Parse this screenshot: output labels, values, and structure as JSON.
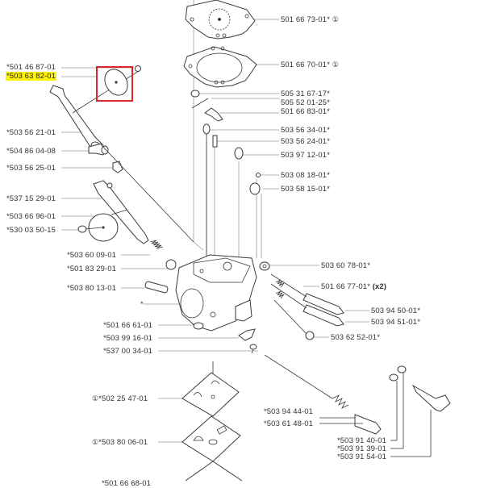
{
  "diagram": {
    "title": "Carburetor exploded parts diagram",
    "highlight_color": "#fff200",
    "highlight_box_color": "#e0252b",
    "highlighted_part": "*503 63 82-01",
    "left_labels": [
      {
        "id": "l1",
        "text": "*501 46 87-01"
      },
      {
        "id": "l2",
        "text": "*503 63 82-01",
        "highlighted": true
      },
      {
        "id": "l3",
        "text": "*503 56 21-01"
      },
      {
        "id": "l4",
        "text": "*504 86 04-08"
      },
      {
        "id": "l5",
        "text": "*503 56 25-01"
      },
      {
        "id": "l6",
        "text": "*537 15 29-01"
      },
      {
        "id": "l7",
        "text": "*503 66 96-01"
      },
      {
        "id": "l8",
        "text": "*530 03 50-15"
      },
      {
        "id": "l9",
        "text": "*503 60 09-01"
      },
      {
        "id": "l10",
        "text": "*501 83 29-01"
      },
      {
        "id": "l11",
        "text": "*503 80 13-01"
      },
      {
        "id": "l12",
        "text": "*"
      },
      {
        "id": "l13",
        "text": "*501 66 61-01"
      },
      {
        "id": "l14",
        "text": "*503 99 16-01"
      },
      {
        "id": "l15",
        "text": "*537 00 34-01"
      },
      {
        "id": "l16",
        "text": "*502 25 47-01",
        "kit_mark": "①"
      },
      {
        "id": "l17",
        "text": "*503 80 06-01",
        "kit_mark": "①"
      },
      {
        "id": "l18",
        "text": "*501 66 68-01"
      }
    ],
    "right_labels": [
      {
        "id": "r1",
        "text": "501 66 73-01*",
        "kit_mark": "①"
      },
      {
        "id": "r2",
        "text": "501 66 70-01*",
        "kit_mark": "①"
      },
      {
        "id": "r3",
        "text": "505 31 67-17*"
      },
      {
        "id": "r4",
        "text": "505 52 01-25*"
      },
      {
        "id": "r5",
        "text": "501 66 83-01*"
      },
      {
        "id": "r6",
        "text": "503 56 34-01*"
      },
      {
        "id": "r7",
        "text": "503 56 24-01*"
      },
      {
        "id": "r8",
        "text": "503 97 12-01*"
      },
      {
        "id": "r9",
        "text": "503 08 18-01*"
      },
      {
        "id": "r10",
        "text": "503 58 15-01*"
      },
      {
        "id": "r11",
        "text": "503 60 78-01*"
      },
      {
        "id": "r12",
        "text": "501 66 77-01*",
        "qty": "(x2)"
      },
      {
        "id": "r13",
        "text": "503 94 50-01*"
      },
      {
        "id": "r14",
        "text": "503 94 51-01*"
      },
      {
        "id": "r15",
        "text": "503 62 52-01*"
      }
    ],
    "bottom_labels": [
      {
        "id": "b1",
        "text": "*503 94 44-01"
      },
      {
        "id": "b2",
        "text": "*503 61 48-01"
      },
      {
        "id": "b3",
        "text": "*503 91 40-01"
      },
      {
        "id": "b4",
        "text": "*503 91 39-01"
      },
      {
        "id": "b5",
        "text": "*503 91 54-01"
      }
    ]
  }
}
